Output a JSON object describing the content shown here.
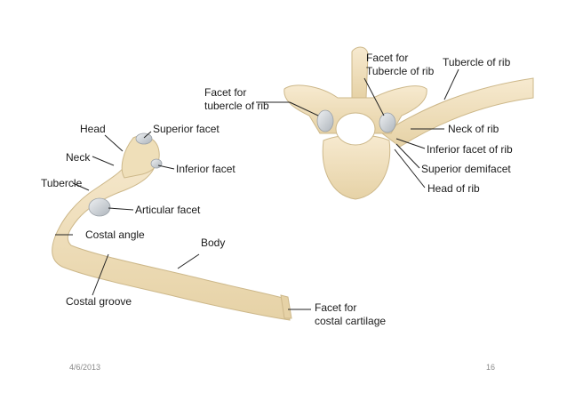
{
  "labels": {
    "head": "Head",
    "superior_facet": "Superior facet",
    "neck": "Neck",
    "inferior_facet": "Inferior facet",
    "tubercle": "Tubercle",
    "articular_facet": "Articular facet",
    "costal_angle": "Costal angle",
    "body": "Body",
    "costal_groove": "Costal groove",
    "facet_costal_cartilage_1": "Facet for",
    "facet_costal_cartilage_2": "costal cartilage",
    "facet_tubercle_left_1": "Facet for",
    "facet_tubercle_left_2": "tubercle of rib",
    "facet_tubercle_top_1": "Facet for",
    "facet_tubercle_top_2": "Tubercle of rib",
    "tubercle_of_rib": "Tubercle of rib",
    "neck_of_rib": "Neck of rib",
    "inferior_facet_of_rib": "Inferior facet of rib",
    "superior_demifacet": "Superior demifacet",
    "head_of_rib": "Head of rib"
  },
  "footer": {
    "date": "4/6/2013",
    "page": "16"
  },
  "colors": {
    "bone": "#f2e2bd",
    "bone_shadow": "#d8c293",
    "cartilage_facet": "#c9ced3",
    "leader_line": "#222222"
  }
}
